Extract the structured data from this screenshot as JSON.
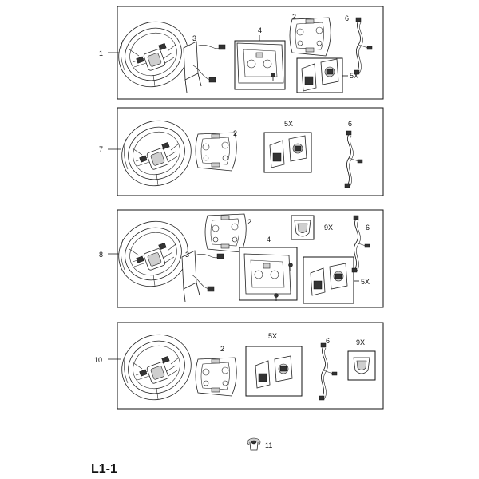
{
  "page_code": "L1-1",
  "panels": [
    {
      "variant": "1",
      "parts": [
        "2",
        "3",
        "4",
        "5X",
        "6"
      ]
    },
    {
      "variant": "7",
      "parts": [
        "2",
        "5X",
        "6"
      ]
    },
    {
      "variant": "8",
      "parts": [
        "2",
        "3",
        "4",
        "5X",
        "6",
        "9X"
      ]
    },
    {
      "variant": "10",
      "parts": [
        "2",
        "5X",
        "6",
        "9X"
      ]
    }
  ],
  "loose_part": "11",
  "icons": [
    "steering-wheel-icon",
    "switch-bezel-icon",
    "wiring-harness-icon",
    "bracket-icon",
    "switch-button-icon",
    "cover-cap-icon",
    "screw-icon",
    "clip-icon"
  ]
}
